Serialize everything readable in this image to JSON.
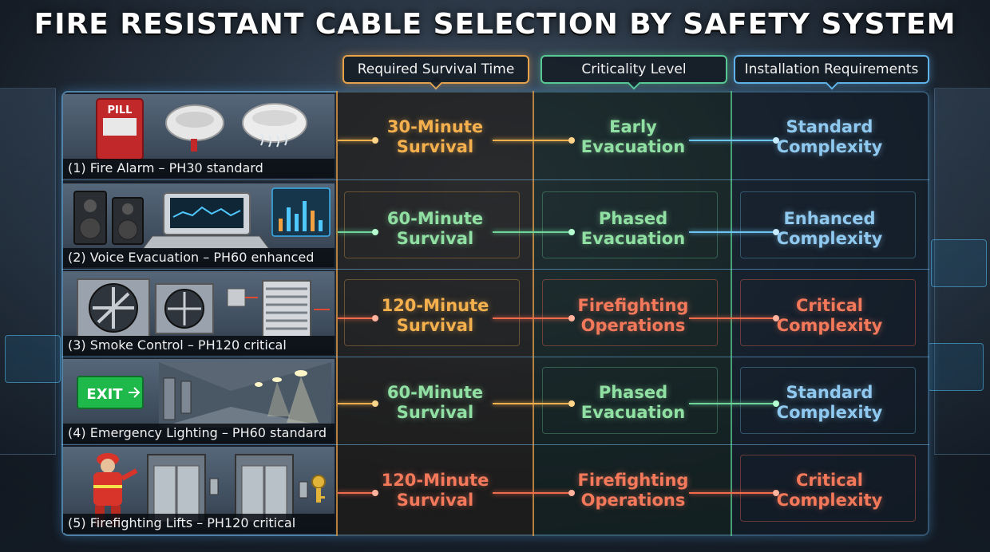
{
  "title": "FIRE RESISTANT CABLE SELECTION BY SAFETY SYSTEM",
  "columns": {
    "survival": "Required Survival Time",
    "criticality": "Criticality Level",
    "installation": "Installation Requirements"
  },
  "rows": [
    {
      "caption": "(1) Fire Alarm – PH30 standard",
      "survival": [
        "30-Minute",
        "Survival"
      ],
      "criticality": [
        "Early",
        "Evacuation"
      ],
      "installation": [
        "Standard",
        "Complexity"
      ],
      "survival_color": "orange",
      "criticality_color": "green",
      "installation_color": "blue",
      "icons": [
        "fire-alarm-pull-station-icon",
        "smoke-detector-icon",
        "heat-detector-icon"
      ],
      "pill_text": "PILL"
    },
    {
      "caption": "(2) Voice Evacuation – PH60 enhanced",
      "survival": [
        "60-Minute",
        "Survival"
      ],
      "criticality": [
        "Phased",
        "Evacuation"
      ],
      "installation": [
        "Enhanced",
        "Complexity"
      ],
      "survival_color": "green",
      "criticality_color": "green",
      "installation_color": "blue",
      "icons": [
        "speaker-icon",
        "control-console-icon",
        "monitor-chart-icon"
      ]
    },
    {
      "caption": "(3) Smoke Control – PH120 critical",
      "survival": [
        "120-Minute",
        "Survival"
      ],
      "criticality": [
        "Firefighting",
        "Operations"
      ],
      "installation": [
        "Critical",
        "Complexity"
      ],
      "survival_color": "orange",
      "criticality_color": "red",
      "installation_color": "red",
      "icons": [
        "smoke-fan-icon",
        "damper-icon"
      ]
    },
    {
      "caption": "(4) Emergency Lighting – PH60 standard",
      "survival": [
        "60-Minute",
        "Survival"
      ],
      "criticality": [
        "Phased",
        "Evacuation"
      ],
      "installation": [
        "Standard",
        "Complexity"
      ],
      "survival_color": "green",
      "criticality_color": "green",
      "installation_color": "blue",
      "icons": [
        "exit-sign-icon",
        "corridor-lighting-icon"
      ],
      "exit_text": "EXIT"
    },
    {
      "caption": "(5) Firefighting Lifts – PH120 critical",
      "survival": [
        "120-Minute",
        "Survival"
      ],
      "criticality": [
        "Firefighting",
        "Operations"
      ],
      "installation": [
        "Critical",
        "Complexity"
      ],
      "survival_color": "red",
      "criticality_color": "red",
      "installation_color": "red",
      "icons": [
        "firefighter-icon",
        "lift-doors-icon",
        "key-icon"
      ]
    }
  ],
  "colors": {
    "orange": "#f5b04e",
    "green": "#8fe0a2",
    "red": "#f4785a",
    "blue": "#8fc9f0",
    "frame": "#78c8ff"
  }
}
